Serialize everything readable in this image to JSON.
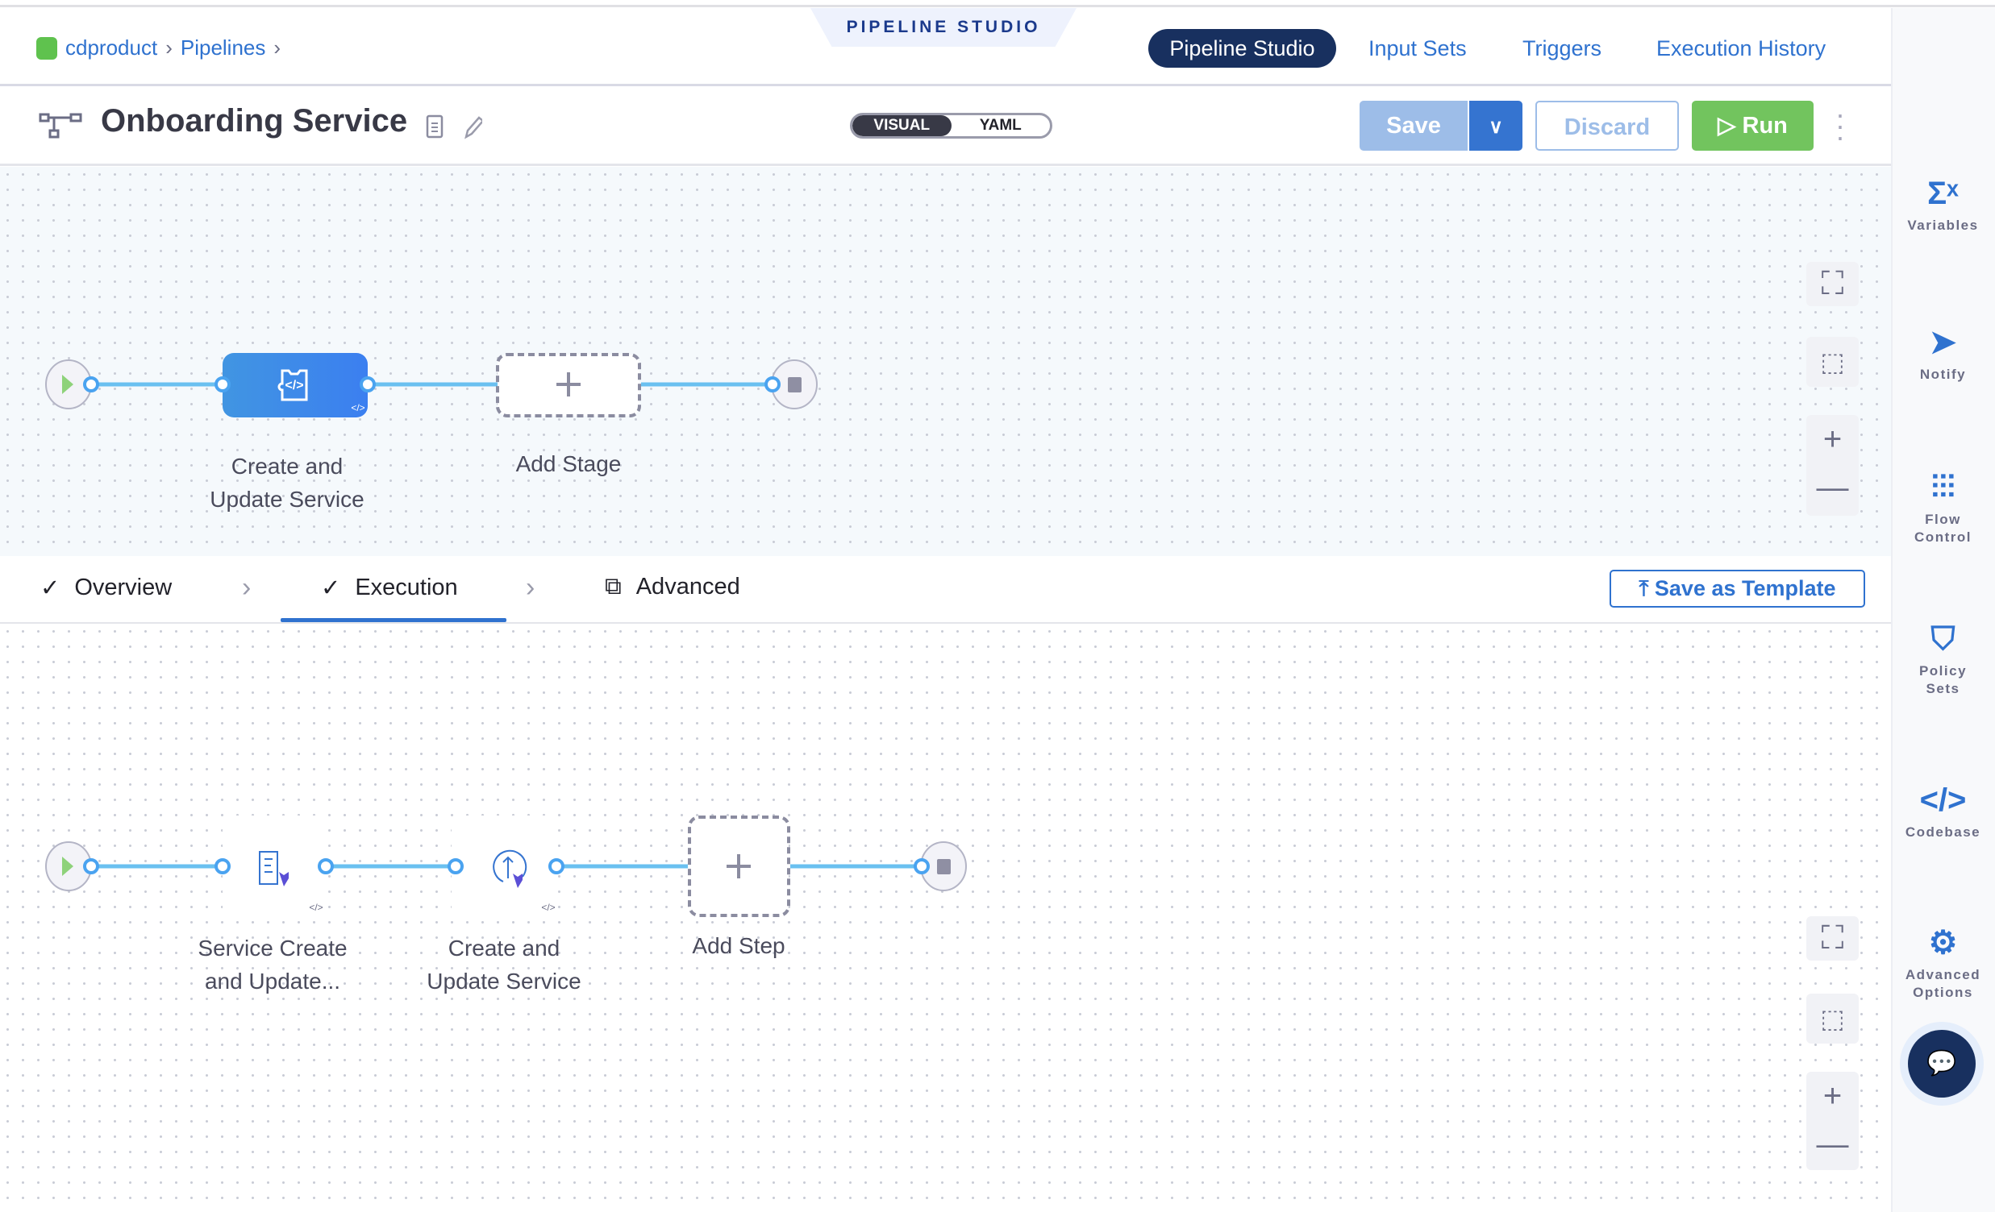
{
  "breadcrumb": {
    "items": [
      "cdproduct",
      "Pipelines"
    ]
  },
  "header": {
    "studio_tab": "PIPELINE STUDIO",
    "nav": [
      "Pipeline Studio",
      "Input Sets",
      "Triggers",
      "Execution History"
    ]
  },
  "pipeline": {
    "title": "Onboarding Service",
    "view_toggle": {
      "options": [
        "VISUAL",
        "YAML"
      ],
      "selected": "VISUAL"
    }
  },
  "actions": {
    "save": "Save",
    "discard": "Discard",
    "run": "Run"
  },
  "stage_graph": {
    "stages": [
      {
        "label_line1": "Create and",
        "label_line2": "Update Service"
      }
    ],
    "add_stage": "Add Stage"
  },
  "stage_tabs": {
    "items": [
      "Overview",
      "Execution",
      "Advanced"
    ],
    "active": "Execution",
    "save_as_template": "Save as Template"
  },
  "step_graph": {
    "steps": [
      {
        "label_line1": "Service Create",
        "label_line2": "and Update..."
      },
      {
        "label_line1": "Create and",
        "label_line2": "Update Service"
      }
    ],
    "add_step": "Add Step"
  },
  "right_sidebar": [
    {
      "label": "Variables",
      "icon": "sigma-x-icon"
    },
    {
      "label": "Notify",
      "icon": "paper-plane-icon"
    },
    {
      "label": "Flow Control",
      "icon": "sliders-icon"
    },
    {
      "label": "Policy Sets",
      "icon": "shield-check-icon"
    },
    {
      "label": "Codebase",
      "icon": "code-warning-icon"
    },
    {
      "label": "Advanced Options",
      "icon": "advanced-options-icon"
    }
  ],
  "colors": {
    "accent": "#2f72cf",
    "nav_active": "#18305f",
    "run": "#72c45e",
    "stage_node": "#3b82e6",
    "edge": "#6ac0f0"
  }
}
